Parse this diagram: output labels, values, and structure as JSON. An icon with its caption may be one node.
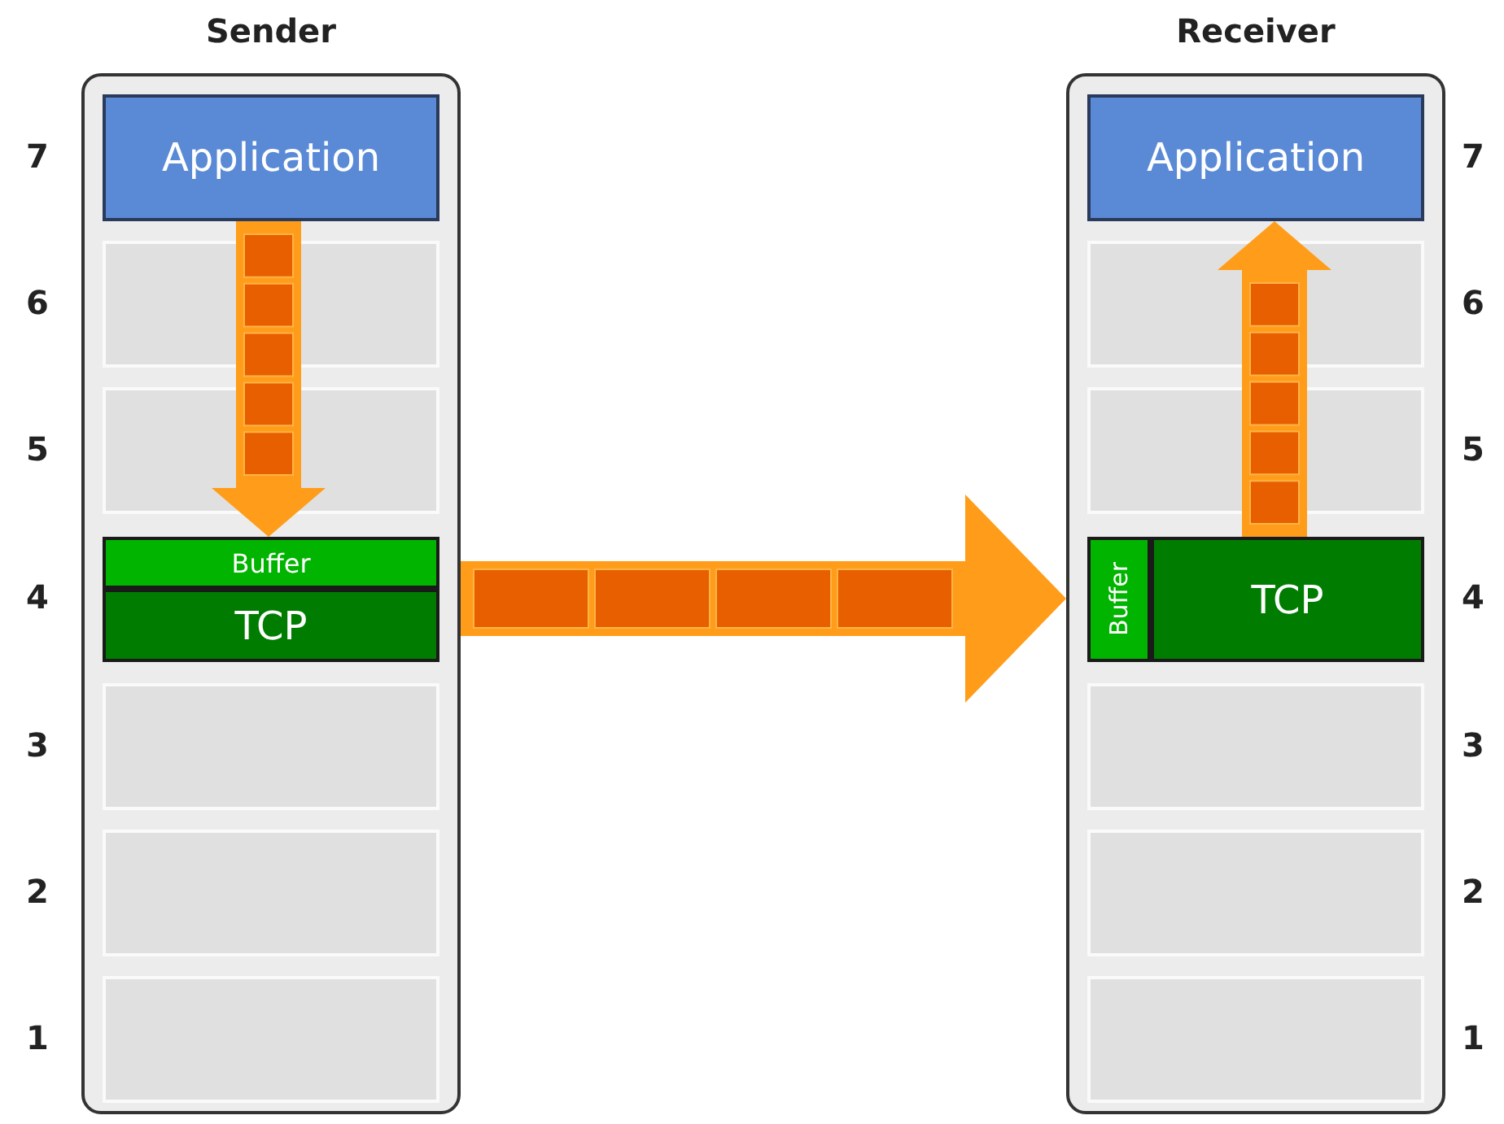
{
  "diagram": {
    "nodes": [
      {
        "text": [
          "Sender"
        ]
      },
      {
        "text": [
          "Application"
        ],
        "in": 0
      },
      {
        "text": [],
        "shape": "box",
        "in": 0
      },
      {
        "text": [],
        "shape": "box",
        "in": 0
      },
      {
        "text": [
          "Buffer"
        ],
        "in": 0
      },
      {
        "text": [
          "TCP"
        ],
        "in": 0
      },
      {
        "text": [],
        "shape": "box",
        "in": 0
      },
      {
        "text": [],
        "shape": "box",
        "in": 0
      },
      {
        "text": [],
        "shape": "box",
        "in": 0
      },
      {
        "text": [
          "Receiver"
        ]
      },
      {
        "text": [
          "Application"
        ],
        "in": 9
      },
      {
        "text": [],
        "shape": "box",
        "in": 9
      },
      {
        "text": [],
        "shape": "box",
        "in": 9
      },
      {
        "text": [
          "Buffer"
        ],
        "in": 9
      },
      {
        "text": [
          "TCP"
        ],
        "in": 9
      },
      {
        "text": [],
        "shape": "box",
        "in": 9
      },
      {
        "text": [],
        "shape": "box",
        "in": 9
      },
      {
        "text": [],
        "shape": "box",
        "in": 9
      }
    ],
    "edges": [
      {
        "from": 1,
        "to": 4,
        "arrow": "to"
      },
      {
        "from": 0,
        "to": 9,
        "arrow": "to"
      },
      {
        "from": 14,
        "to": 10,
        "arrow": "to"
      }
    ],
    "labels": [
      "7",
      "6",
      "5",
      "4",
      "3",
      "2",
      "1",
      "7",
      "6",
      "5",
      "4",
      "3",
      "2",
      "1"
    ]
  }
}
